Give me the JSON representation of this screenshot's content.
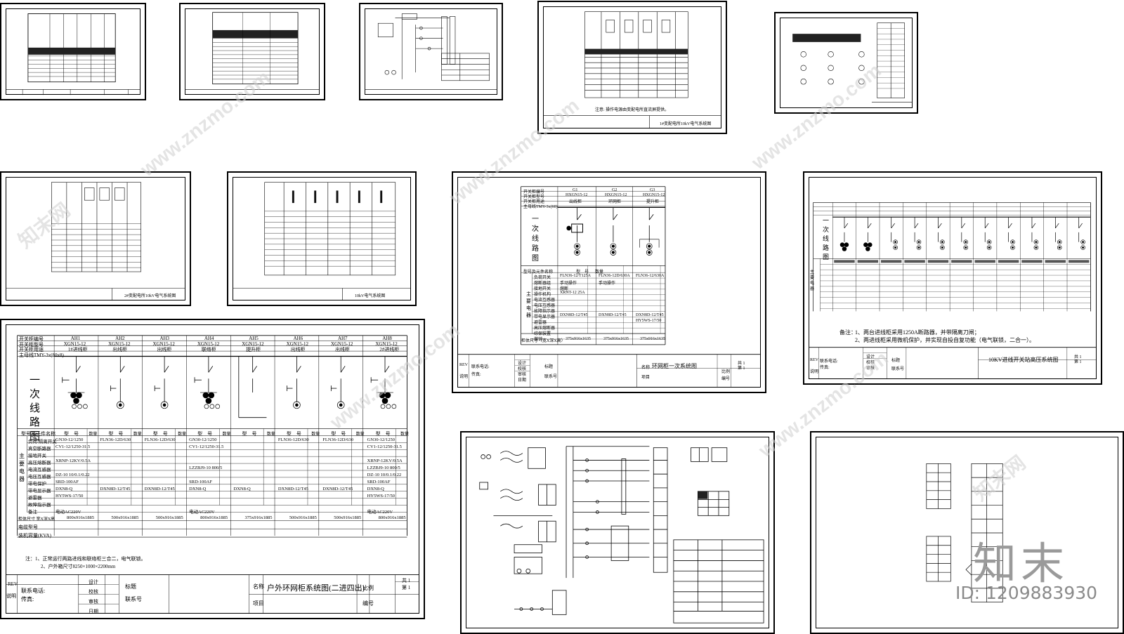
{
  "sheet8": {
    "headers": [
      "开关柜编号",
      "开关柜型号",
      "开关柜用途",
      "主母线TMY-3x(80x8)"
    ],
    "cabinets": [
      {
        "id": "AH1",
        "model": "XGN15-12",
        "use": "1#进线柜"
      },
      {
        "id": "AH2",
        "model": "XGN15-12",
        "use": "出线柜"
      },
      {
        "id": "AH3",
        "model": "XGN15-12",
        "use": "出线柜"
      },
      {
        "id": "AH4",
        "model": "XGN15-12",
        "use": "联络柜"
      },
      {
        "id": "AH5",
        "model": "XGN15-12",
        "use": "提升柜"
      },
      {
        "id": "AH6",
        "model": "XGN15-12",
        "use": "出线柜"
      },
      {
        "id": "AH7",
        "model": "XGN15-12",
        "use": "出线柜"
      },
      {
        "id": "AH8",
        "model": "XGN15-12",
        "use": "2#进线柜"
      }
    ],
    "circuit_label": "一次线路图",
    "table_head": [
      "型号及元件名称",
      "型　号",
      "数量"
    ],
    "main_elec_label": "主要电器",
    "rows": [
      "负荷/隔离开关",
      "真空断路器",
      "接地开关",
      "高压熔断器",
      "电流互感器",
      "电压互感器",
      "带电保护",
      "带电显示器",
      "避雷器",
      "故障指示器",
      "备注"
    ],
    "col_values": [
      [
        "GN30-12/1250",
        "CV1-12/1250-31.5",
        "",
        "XRNP-12KV/0.5A",
        "",
        "DZ-10 10/0.1/0.22",
        "SRD-100AF",
        "DXN8-Q",
        "HY5WS-17/50",
        "",
        "电动AC220V"
      ],
      [
        "FLN36-12D/630",
        "",
        "",
        "",
        "",
        "",
        "",
        "DXN8D-12/T45",
        "",
        "",
        ""
      ],
      [
        "FLN36-12D/630",
        "",
        "",
        "",
        "",
        "",
        "",
        "DXN8D-12/T45",
        "",
        "",
        ""
      ],
      [
        "GN30-12/1250",
        "CV1-12/1250-31.5",
        "",
        "",
        "LZZBJ9-10 800/5",
        "",
        "SRD-100AF",
        "DXN8-Q",
        "",
        "",
        "电动AC220V"
      ],
      [
        "",
        "",
        "",
        "",
        "",
        "",
        "",
        "DXN8-Q",
        "",
        "",
        ""
      ],
      [
        "FLN36-12D/630",
        "",
        "",
        "",
        "",
        "",
        "",
        "DXN8D-12/T45",
        "",
        "",
        ""
      ],
      [
        "FLN36-12D/630",
        "",
        "",
        "",
        "",
        "",
        "",
        "DXN8D-12/T45",
        "",
        "",
        ""
      ],
      [
        "GN30-12/1250",
        "CV1-12/1250-31.5",
        "",
        "XRNP-12KV/0.5A",
        "LZZBJ9-10 800/5",
        "DZ-10 10/0.1/0.22",
        "SRD-100AF",
        "DXN8-Q",
        "HY5WS-17/50",
        "",
        "电动AC220V"
      ]
    ],
    "dims_label": "柜体尺寸 宽X深X高",
    "dims": [
      "800x916x1885",
      "500x916x1885",
      "500x916x1885",
      "800x916x1885",
      "375x916x1885",
      "500x916x1885",
      "500x916x1885",
      "800x916x1885"
    ],
    "extra_rows": [
      "电缆型号",
      "装机容量(KVA)"
    ],
    "notes": [
      "注：1、正常运行两路进线和联络柜三合二，电气联锁。",
      "2、户外箱尺寸8250×1000×2200mm"
    ],
    "titleblock": {
      "rev": "REV",
      "shuoming": "说明",
      "contact": "联系电话:",
      "fax": "传真:",
      "design": "设计",
      "check": "校核",
      "audit": "审核",
      "date": "日期",
      "title_k": "标题",
      "contact_no": "联系号",
      "name_k": "名称",
      "name": "户外环网柜系统图(二进四出)",
      "project": "项目",
      "ratio": "比例",
      "number": "编号",
      "sheet": "共 1",
      "page": "第 1"
    }
  },
  "sheet7": {
    "headers": [
      "开关柜编号",
      "开关柜型号",
      "开关柜用途",
      "主母线TMY-3x(60)"
    ],
    "cabinets": [
      {
        "id": "G1",
        "model": "HXGN15-12",
        "use": "出线柜"
      },
      {
        "id": "G2",
        "model": "HXGN15-12",
        "use": "环网柜"
      },
      {
        "id": "G3",
        "model": "HXGN15-12",
        "use": "提升柜"
      }
    ],
    "circuit_label": "一次线路图",
    "table_head": [
      "型号及元件名称",
      "型　号",
      "数量"
    ],
    "main_elec_label": "主要电器",
    "rows": [
      "负荷开关",
      "熔断器组",
      "接地开关",
      "操作机构",
      "电流互感器",
      "电压互感器",
      "故障指示器",
      "带电显示器",
      "避雷器",
      "高压熔断器",
      "综保装置",
      "撤销"
    ],
    "col_values": [
      [
        "FLN36-12/T125A",
        "手动操作",
        "熔断",
        "XRNT-12 25A",
        "",
        "",
        "",
        "DXN8D-12/T45",
        "",
        "",
        "",
        ""
      ],
      [
        "FLN36-12D/630A",
        "手动操作",
        "",
        "",
        "",
        "",
        "",
        "DXN8D-12/T45",
        "",
        "",
        "",
        ""
      ],
      [
        "FLN36-12/630A",
        "",
        "",
        "",
        "",
        "",
        "",
        "DXN8D-12/T45",
        "HY5WS-17/50",
        "",
        "",
        ""
      ]
    ],
    "dims_label": "柜体尺寸（宽X深X高）",
    "dims": [
      "375x916x1635",
      "375x916x1635",
      "375x916x1635"
    ],
    "titleblock": {
      "rev": "REV",
      "shuoming": "说明",
      "contact": "联系电话:",
      "fax": "传真:",
      "design": "设计",
      "check": "校核",
      "audit": "审核",
      "date": "日期",
      "title_k": "标题",
      "contact_no": "联系号",
      "name_k": "名称",
      "name": "环网柜一次系统图",
      "project": "项目",
      "ratio": "比例",
      "number": "编号",
      "sheet": "共 1",
      "page": "第 1"
    }
  },
  "sheet8b": {
    "circuit_label": "一次线路图",
    "main_elec_label": "主要电器",
    "note_title": "备注：",
    "notes": [
      "1、两台进线柜采用1250A断路器，并带隔离刀闸；",
      "2、两进线柜采用微机保护，并实现自投自复功能（电气联锁，二合一）。"
    ],
    "titleblock": {
      "rev": "REV",
      "contact": "联系电话:",
      "fax": "传真:",
      "shuoming": "说明",
      "design": "设计",
      "check": "校核",
      "audit": "审核",
      "title_k": "标题",
      "contact_no": "联系号",
      "name": "10KV进线开关站高压系统图",
      "sheet": "共 1",
      "page": "第 1"
    }
  },
  "thumb_titles": {
    "s4": "1#变配电所10kV电气系统图",
    "s6": "2#变配电所10kV电气系统图",
    "s7": "10kV电气系统图",
    "s4note": "注意: 操作电源由变配电所直流屏提供。"
  },
  "watermark": "www.znzmo.com",
  "watermark_cn": "知末网",
  "logo": "知末",
  "id_label": "ID: 1209883930"
}
